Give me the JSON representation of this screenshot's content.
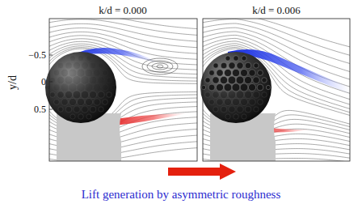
{
  "diagram": {
    "caption": "Lift generation by asymmetric roughness",
    "labels": [
      "k/d = 0.000",
      "k/d = 0.006",
      "y/d",
      "−0.5",
      "0",
      "0.5"
    ]
  }
}
